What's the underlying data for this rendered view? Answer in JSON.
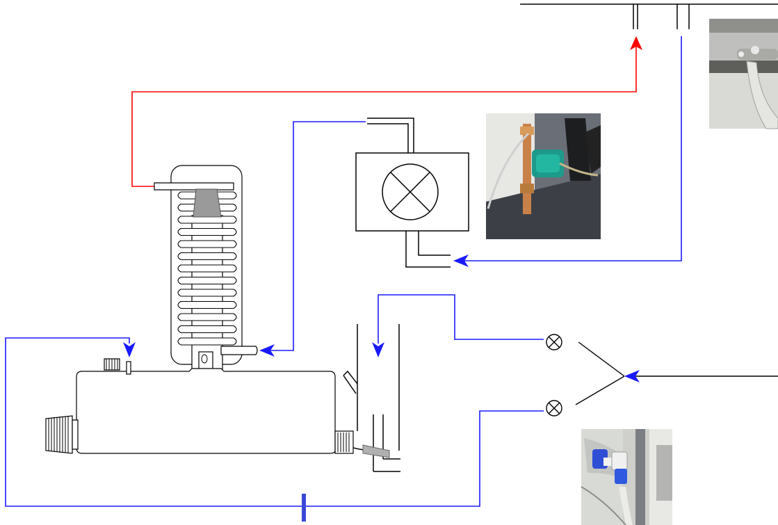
{
  "diagram": {
    "type": "plumbing-schematic",
    "labels": [],
    "colors": {
      "hot_line": "#ff0000",
      "cold_line": "#1a1aff",
      "outline": "#000000",
      "tank_fill": "#ffffff",
      "plug": "#9a9a9a",
      "coil": "#ffffff"
    },
    "components": [
      {
        "id": "storage-tank",
        "icon": "coil-tank-icon"
      },
      {
        "id": "boiler-body",
        "icon": "heater-body-icon"
      },
      {
        "id": "circulation-pump",
        "icon": "pump-cross-icon"
      },
      {
        "id": "valve-upper",
        "icon": "valve-cross-icon"
      },
      {
        "id": "valve-lower",
        "icon": "valve-cross-icon"
      },
      {
        "id": "manifold-top",
        "icon": "manifold-icon"
      }
    ],
    "photos": [
      {
        "id": "photo-pump",
        "icon": "pump-photo-icon"
      },
      {
        "id": "photo-fitting-top-right",
        "icon": "fitting-photo-icon"
      },
      {
        "id": "photo-valves-bottom",
        "icon": "valves-photo-icon"
      }
    ]
  }
}
